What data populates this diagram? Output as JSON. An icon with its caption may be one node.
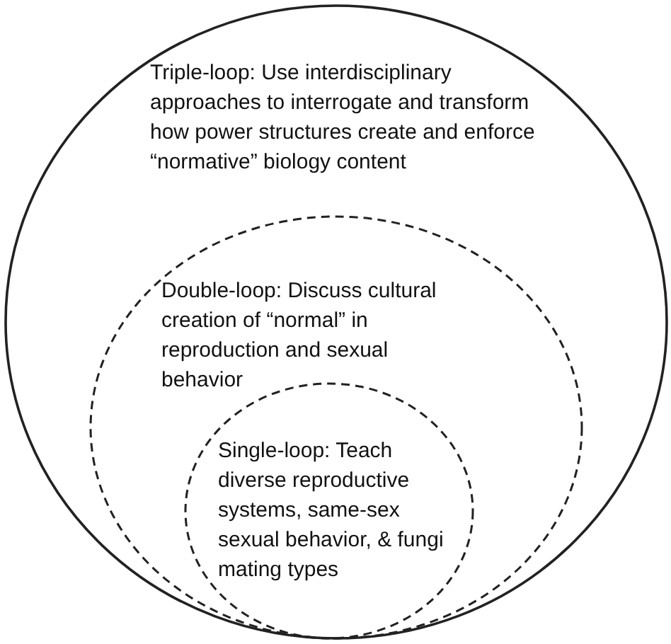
{
  "diagram": {
    "nodes": [
      {
        "text": [
          "Triple-loop: Use interdisciplinary approaches to interrogate and transform how power structures create and enforce “normative” biology content"
        ]
      },
      {
        "text": [
          "Double-loop: Discuss cultural creation of “normal” in reproduction and sexual behavior"
        ],
        "in": 0
      },
      {
        "text": [
          "Single-loop: Teach diverse reproductive systems, same-sex sexual behavior, & fungi mating types"
        ],
        "in": 1
      }
    ]
  }
}
